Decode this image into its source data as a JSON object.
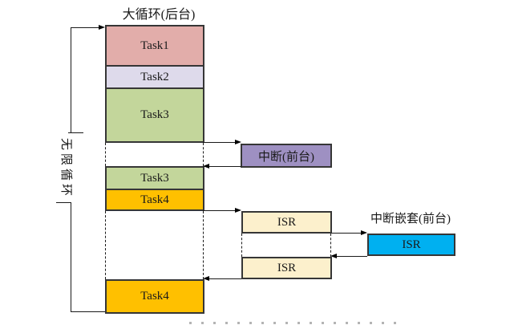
{
  "main_column": {
    "title": "大循环(后台)",
    "blocks": [
      {
        "label": "Task1",
        "color": "#e2adaa"
      },
      {
        "label": "Task2",
        "color": "#dedaeb"
      },
      {
        "label": "Task3",
        "color": "#c3d69b"
      },
      {
        "label": "Task3",
        "color": "#c3d69b"
      },
      {
        "label": "Task4",
        "color": "#ffc000"
      },
      {
        "label": "Task4",
        "color": "#ffc000"
      }
    ]
  },
  "left_loop": {
    "label": "无限循环"
  },
  "interrupt": {
    "label": "中断(前台)",
    "color": "#9e90c2"
  },
  "nested": {
    "label": "中断嵌套(前台)"
  },
  "isrs": [
    {
      "label": "ISR",
      "color": "#fcf0cc"
    },
    {
      "label": "ISR",
      "color": "#fcf0cc"
    },
    {
      "label": "ISR",
      "color": "#00b0f0"
    }
  ],
  "colors": {
    "border": "#363636",
    "line": "#1a1a1a"
  }
}
